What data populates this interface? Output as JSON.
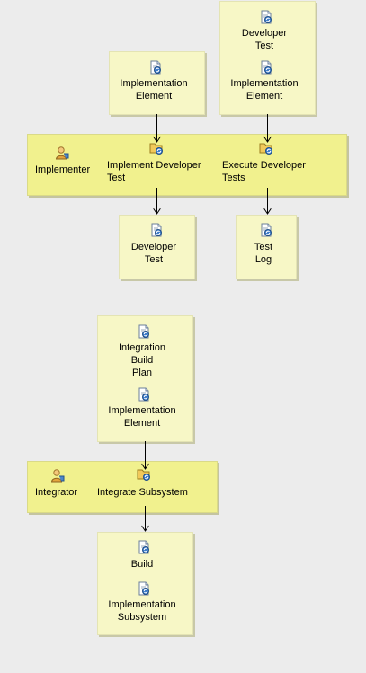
{
  "diagram1": {
    "inputs": [
      {
        "artifacts": [
          {
            "label": "Implementation\nElement"
          }
        ]
      },
      {
        "artifacts": [
          {
            "label": "Developer\nTest"
          },
          {
            "label": "Implementation\nElement"
          }
        ]
      }
    ],
    "role": "Implementer",
    "tasks": [
      "Implement Developer\nTest",
      "Execute Developer\nTests"
    ],
    "outputs": [
      {
        "label": "Developer\nTest"
      },
      {
        "label": "Test\nLog"
      }
    ]
  },
  "diagram2": {
    "input": [
      {
        "label": "Integration\nBuild\nPlan"
      },
      {
        "label": "Implementation\nElement"
      }
    ],
    "role": "Integrator",
    "task": "Integrate Subsystem",
    "output": [
      {
        "label": "Build"
      },
      {
        "label": "Implementation\nSubsystem"
      }
    ]
  },
  "icons": {
    "artifact": "artifact-icon",
    "role": "role-icon",
    "task": "task-icon"
  },
  "colors": {
    "band": "#f1f18e",
    "box": "#f7f7c6",
    "background": "#ececec"
  }
}
